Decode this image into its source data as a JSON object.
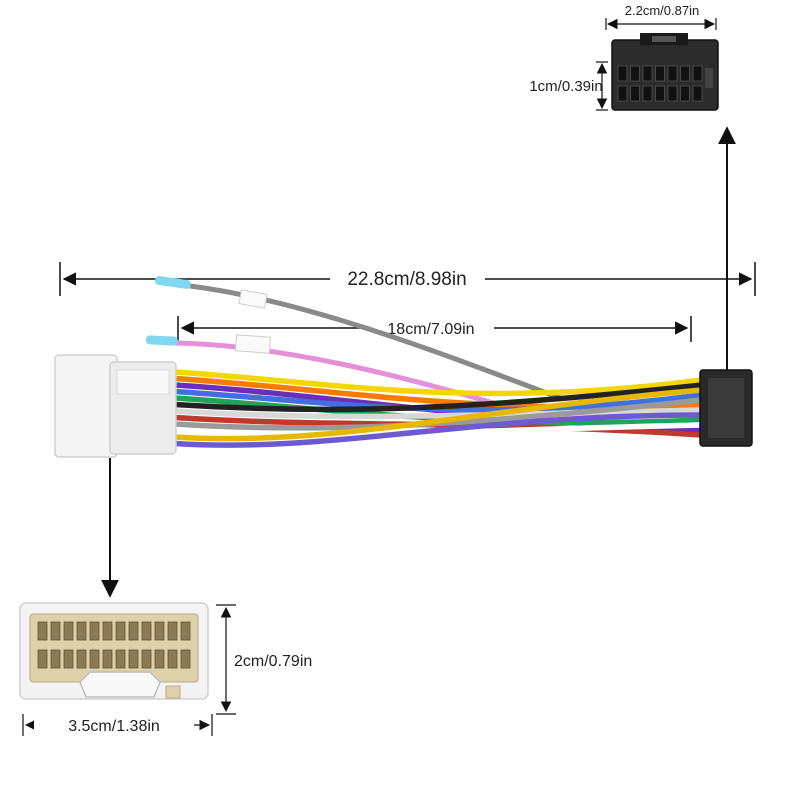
{
  "dimensions": {
    "total_length": "22.8cm/8.98in",
    "inner_length": "18cm/7.09in",
    "small_connector_width": "2.2cm/0.87in",
    "small_connector_height": "1cm/0.39in",
    "large_connector_width": "3.5cm/1.38in",
    "large_connector_height": "2cm/0.79in"
  },
  "colors": {
    "connector_white": "#f2f2f2",
    "connector_black": "#2a2a2a",
    "connector_cream": "#ddd0aa",
    "pink_wire": "#e58fd8",
    "gray_wire": "#8a8a8a",
    "tip_blue": "#7fd8f0",
    "wires": [
      "#f5d600",
      "#ff7a00",
      "#6a2fb8",
      "#4070e0",
      "#22a35a",
      "#222222",
      "#d8d8d8",
      "#c0392b",
      "#9a9a9a",
      "#ffffff",
      "#e8b800",
      "#6e5ad0"
    ]
  }
}
